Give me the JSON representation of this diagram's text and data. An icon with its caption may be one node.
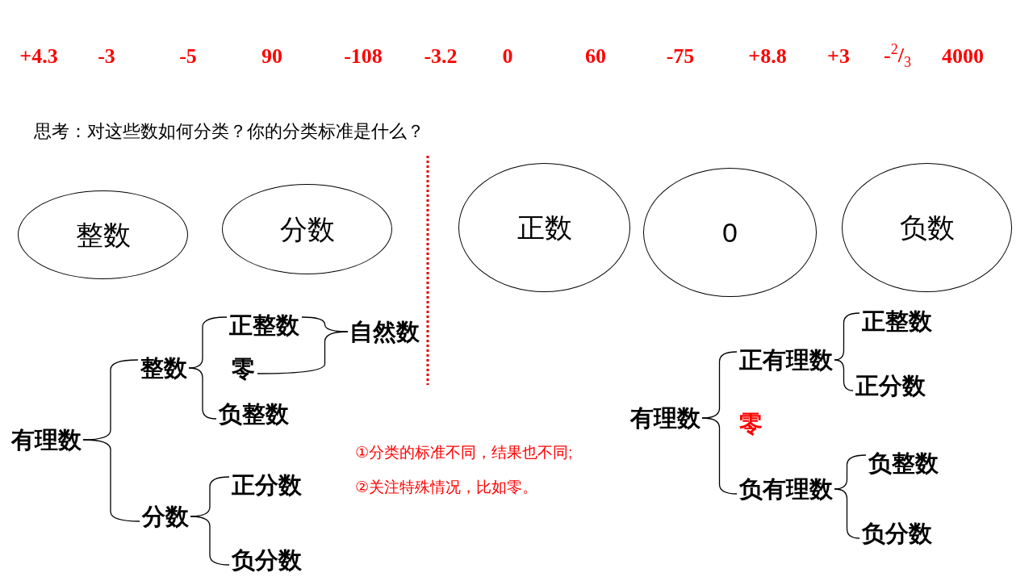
{
  "diagram": {
    "nodes": [
      {
        "text": [
          "整数"
        ]
      },
      {
        "text": [
          "分数"
        ]
      },
      {
        "text": [
          "正数"
        ]
      },
      {
        "text": [
          "0"
        ]
      },
      {
        "text": [
          "负数"
        ]
      },
      {
        "text": [
          "有理数"
        ]
      },
      {
        "text": [
          "整数"
        ]
      },
      {
        "text": [
          "正整数"
        ]
      },
      {
        "text": [
          "零"
        ]
      },
      {
        "text": [
          "负整数"
        ]
      },
      {
        "text": [
          "自然数"
        ]
      },
      {
        "text": [
          "分数"
        ]
      },
      {
        "text": [
          "正分数"
        ]
      },
      {
        "text": [
          "负分数"
        ]
      },
      {
        "text": [
          "有理数"
        ]
      },
      {
        "text": [
          "正有理数"
        ]
      },
      {
        "text": [
          "正整数"
        ]
      },
      {
        "text": [
          "正分数"
        ]
      },
      {
        "text": [
          "零"
        ]
      },
      {
        "text": [
          "负有理数"
        ]
      },
      {
        "text": [
          "负整数"
        ]
      },
      {
        "text": [
          "负分数"
        ]
      }
    ],
    "edges": [
      {
        "from": 5,
        "to": 6,
        "arrow": "none"
      },
      {
        "from": 5,
        "to": 11,
        "arrow": "none"
      },
      {
        "from": 6,
        "to": 7,
        "arrow": "none"
      },
      {
        "from": 6,
        "to": 9,
        "arrow": "none"
      },
      {
        "from": 7,
        "to": 10,
        "arrow": "none"
      },
      {
        "from": 8,
        "to": 10,
        "arrow": "none"
      },
      {
        "from": 11,
        "to": 12,
        "arrow": "none"
      },
      {
        "from": 11,
        "to": 13,
        "arrow": "none"
      },
      {
        "from": 14,
        "to": 15,
        "arrow": "none"
      },
      {
        "from": 14,
        "to": 19,
        "arrow": "none"
      },
      {
        "from": 15,
        "to": 16,
        "arrow": "none"
      },
      {
        "from": 15,
        "to": 17,
        "arrow": "none"
      },
      {
        "from": 19,
        "to": 20,
        "arrow": "none"
      },
      {
        "from": 19,
        "to": 21,
        "arrow": "none"
      }
    ],
    "labels": [
      "+4.3",
      "-3",
      "-5",
      "90",
      "-108",
      "-3.2",
      "0",
      "60",
      "-75",
      "+8.8",
      "+3",
      "-$^{2}$/$_{3}$",
      "4000",
      "思考：对这些数如何分类？你的分类标准是什么？",
      "①分类的标准不同，结果也不同;",
      "②关注特殊情况，比如零。"
    ]
  }
}
